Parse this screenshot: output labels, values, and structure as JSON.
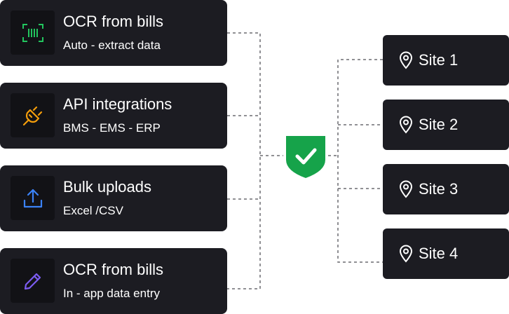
{
  "sources": [
    {
      "title": "OCR from bills",
      "subtitle": "Auto - extract data",
      "icon": "barcode-scan-icon",
      "color": "#22c55e"
    },
    {
      "title": "API integrations",
      "subtitle": "BMS - EMS - ERP",
      "icon": "plug-icon",
      "color": "#f59e0b"
    },
    {
      "title": "Bulk uploads",
      "subtitle": "Excel /CSV",
      "icon": "upload-icon",
      "color": "#3b82f6"
    },
    {
      "title": "OCR from bills",
      "subtitle": "In - app data entry",
      "icon": "pencil-icon",
      "color": "#7c5cf2"
    }
  ],
  "hub": {
    "icon": "shield-check-icon",
    "color": "#16a34a"
  },
  "sites": [
    {
      "label": "Site 1",
      "icon": "location-pin-icon"
    },
    {
      "label": "Site 2",
      "icon": "location-pin-icon"
    },
    {
      "label": "Site 3",
      "icon": "location-pin-icon"
    },
    {
      "label": "Site 4",
      "icon": "location-pin-icon"
    }
  ],
  "colors": {
    "card": "#1c1c22",
    "icon_box": "#121216",
    "connector": "#6b6b70",
    "text": "#ffffff"
  }
}
